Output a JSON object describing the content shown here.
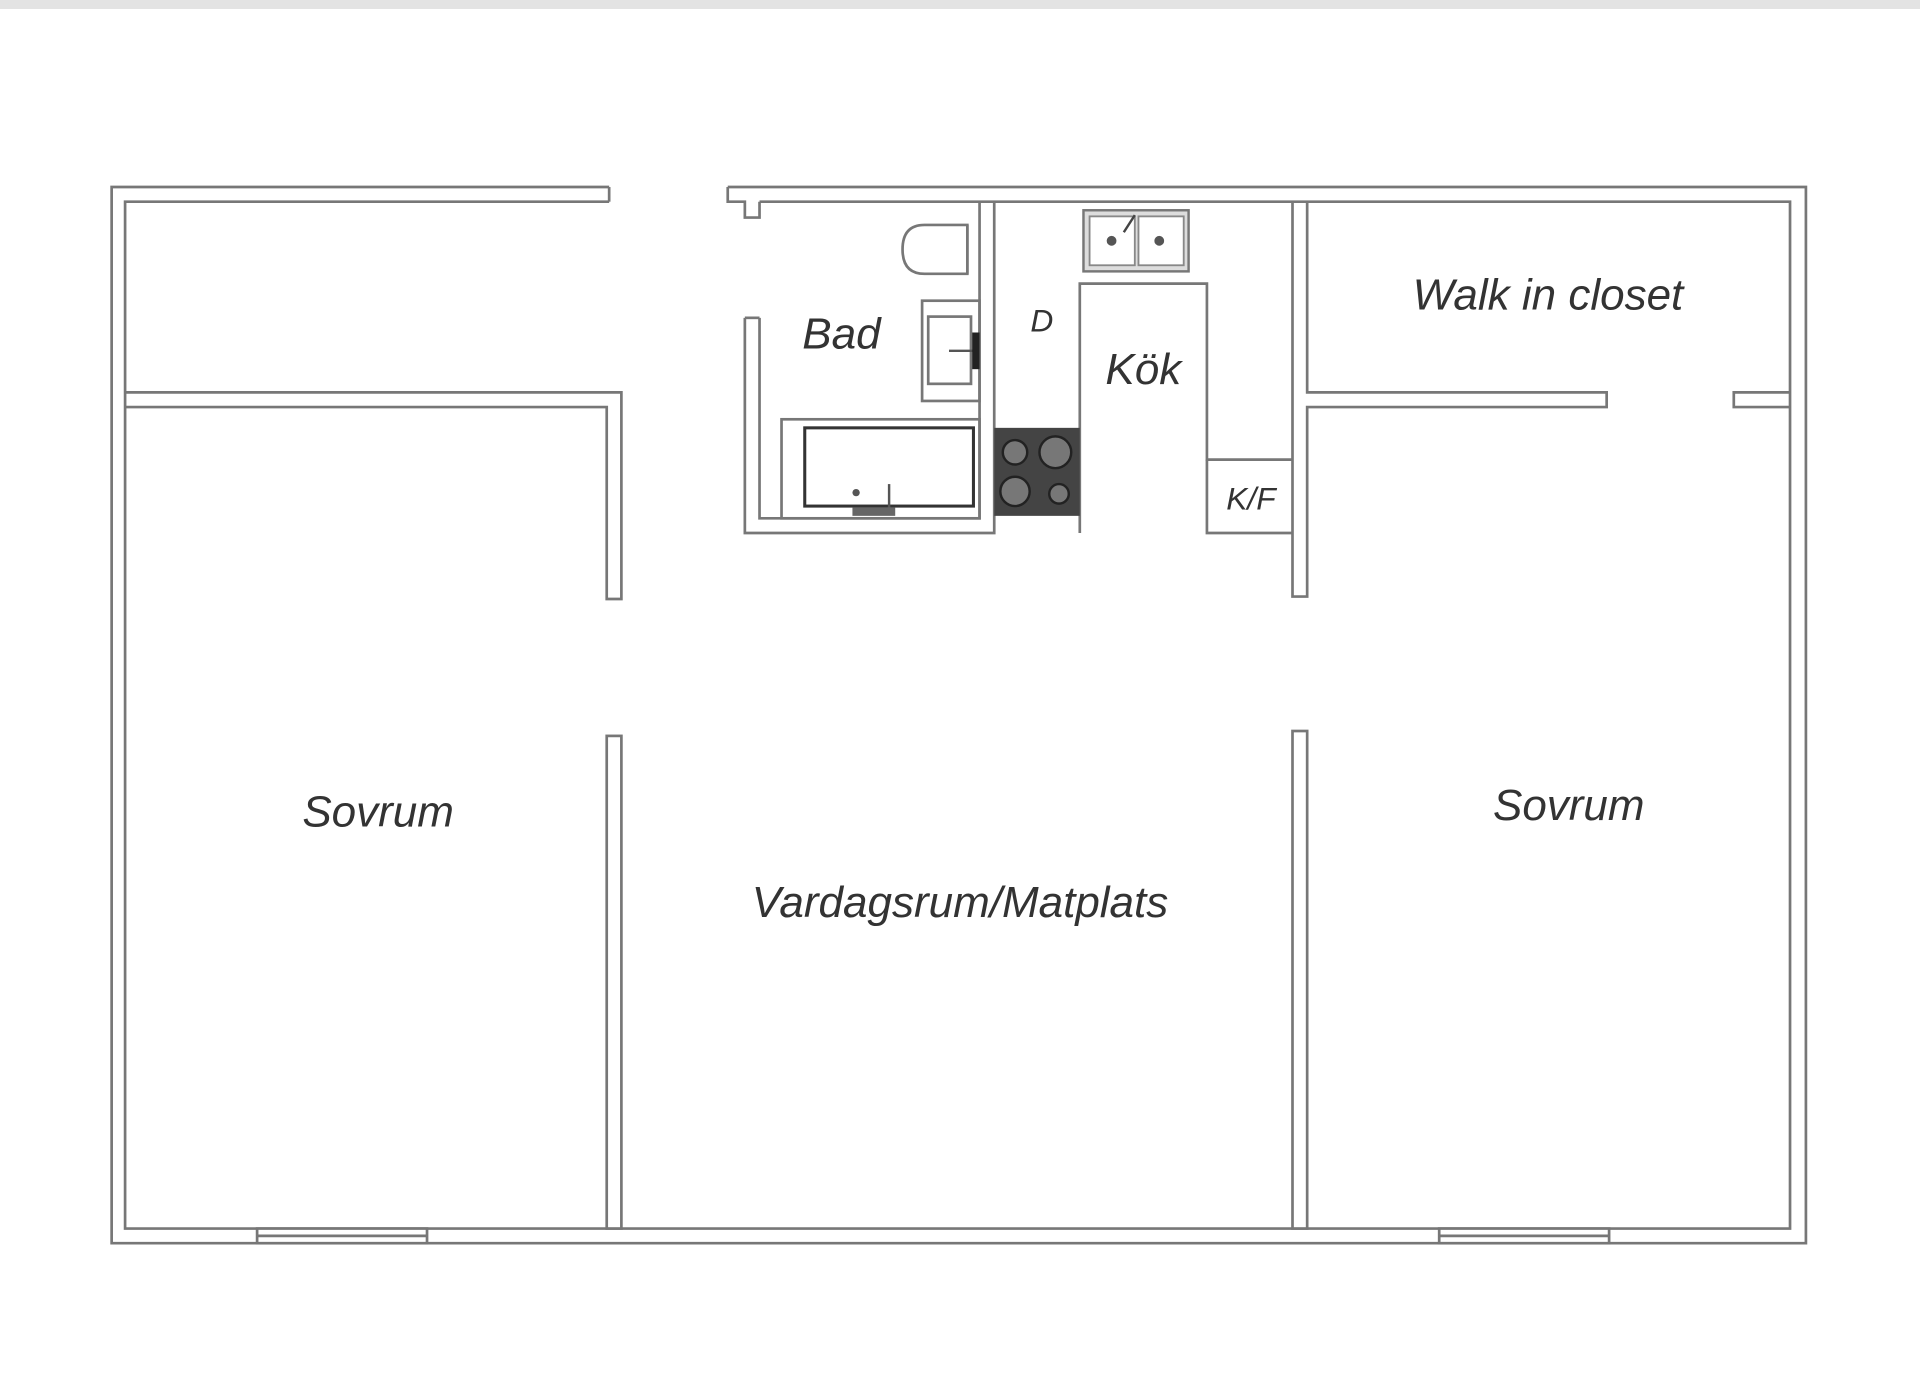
{
  "plan": {
    "rooms": {
      "bedroom_left": "Sovrum",
      "living": "Vardagsrum/Matplats",
      "bedroom_right": "Sovrum",
      "bath": "Bad",
      "kitchen": "Kök",
      "dishwasher": "D",
      "fridge_freezer": "K/F",
      "closet": "Walk in closet"
    },
    "colors": {
      "wall": "#777777",
      "text": "#333333",
      "stove": "#444444"
    }
  }
}
